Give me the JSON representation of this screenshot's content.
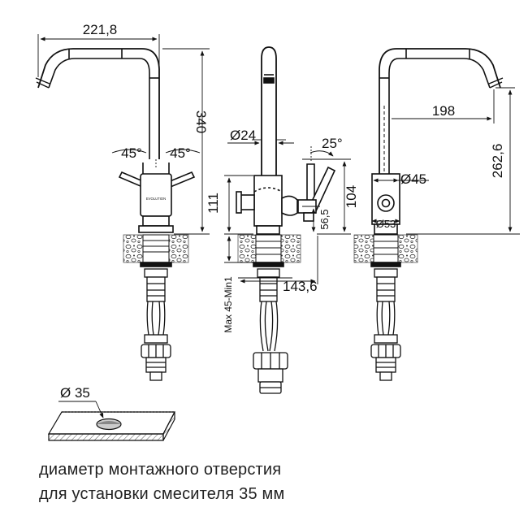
{
  "dimensions": {
    "spout_reach": "221,8",
    "total_height": "340",
    "handle_angle_left": "45°",
    "handle_angle_right": "45°",
    "spout_diameter": "Ø24",
    "handle_angle_side": "25°",
    "body_height": "111",
    "handle_height": "104",
    "inlet_height": "56,5",
    "depth": "143,6",
    "countertop_thickness": "Max 45-Min1",
    "rear_reach": "198",
    "spout_height": "262,6",
    "body_diameter": "Ø45",
    "base_diameter": "Ø53",
    "hole_diameter": "Ø 35"
  },
  "brand_label": "EVOLUTION",
  "caption": {
    "line1": "диаметр монтажного отверстия",
    "line2": "для установки смесителя 35 мм"
  }
}
